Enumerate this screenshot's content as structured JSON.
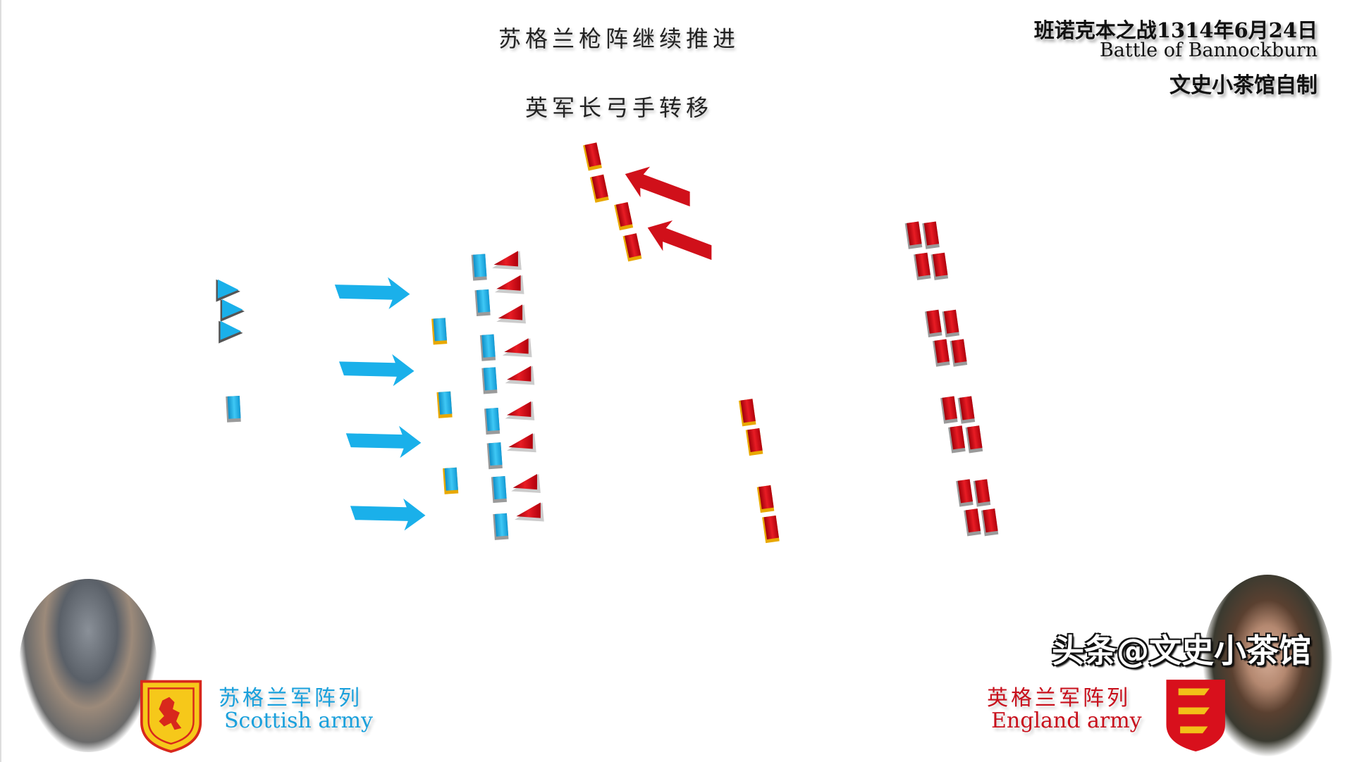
{
  "titles": {
    "main": "苏格兰枪阵继续推进",
    "sub": "英军长弓手转移"
  },
  "header": {
    "battle_cn": "班诺克本之战1314年6月24日",
    "battle_en": "Battle of  Bannockburn",
    "credit": "文史小茶馆自制"
  },
  "legend": {
    "scottish_cn": "苏格兰军阵列",
    "scottish_en": "Scottish army",
    "english_cn": "英格兰军阵列",
    "english_en": "England army"
  },
  "watermark": "头条@文史小茶馆",
  "colors": {
    "scottish": "#1ab0ea",
    "english": "#d0101a",
    "gold": "#e8a800",
    "text_scottish": "#1aa0dc",
    "text_english": "#c8101c"
  },
  "icons": {
    "scottish_shield": "lion-rampant-shield-icon",
    "english_shield": "three-lions-shield-icon"
  }
}
